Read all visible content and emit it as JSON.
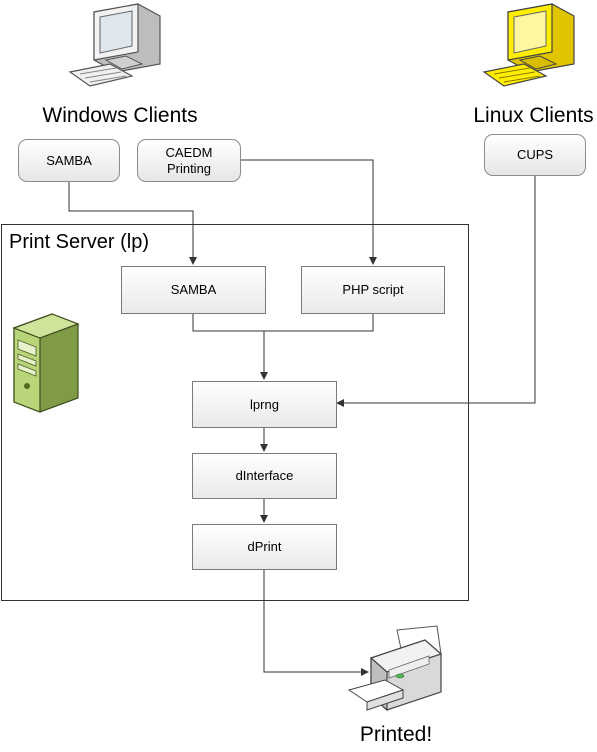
{
  "groups": {
    "windows_title": "Windows Clients",
    "linux_title": "Linux Clients",
    "server_title": "Print Server (lp)",
    "output_title": "Printed!"
  },
  "nodes": {
    "samba_client": "SAMBA",
    "caedm_printing": "CAEDM\nPrinting",
    "cups": "CUPS",
    "samba_server": "SAMBA",
    "php_script": "PHP script",
    "lprng": "lprng",
    "dinterface": "dInterface",
    "dprint": "dPrint"
  },
  "icons": [
    "windows-computer-icon",
    "linux-computer-icon",
    "server-tower-icon",
    "printer-icon"
  ],
  "colors": {
    "windows_computer": "#f0f0f0",
    "linux_computer": "#ffee00",
    "server": "#a6c56b",
    "connector": "#333333"
  }
}
